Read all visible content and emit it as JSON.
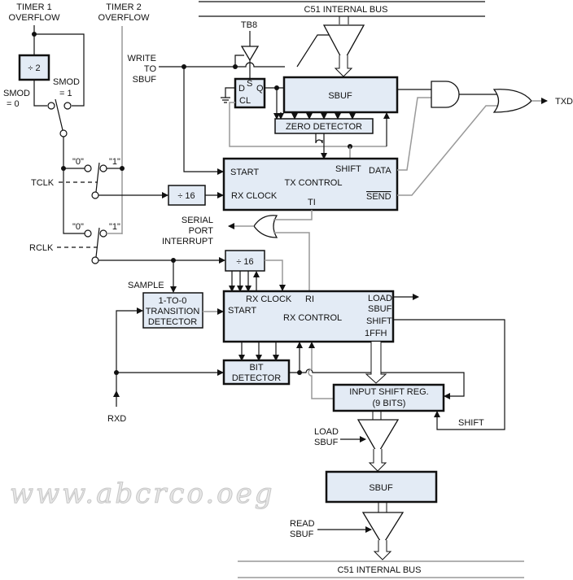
{
  "bus_top": "C51 INTERNAL BUS",
  "bus_bottom": "C51 INTERNAL BUS",
  "timer1": [
    "TIMER 1",
    "OVERFLOW"
  ],
  "timer2": [
    "TIMER 2",
    "OVERFLOW"
  ],
  "div2": "÷ 2",
  "smod0": [
    "SMOD",
    "= 0"
  ],
  "smod1": [
    "SMOD",
    "= 1"
  ],
  "q0_t": "\"0\"",
  "q1_t": "\"1\"",
  "q0_r": "\"0\"",
  "q1_r": "\"1\"",
  "tclk": "TCLK",
  "rclk": "RCLK",
  "write_sbuf": [
    "WRITE",
    "TO",
    "SBUF"
  ],
  "tb8": "TB8",
  "ff": {
    "d": "D",
    "s": "S",
    "q": "Q",
    "cl": "CL"
  },
  "sbuf_tx": "SBUF",
  "zero_detector": "ZERO DETECTOR",
  "txd": "TXD",
  "tx_control": {
    "start": "START",
    "title": "TX CONTROL",
    "rx_clock": "RX CLOCK",
    "shift": "SHIFT",
    "data": "DATA",
    "send": "SEND",
    "ti": "TI"
  },
  "div16_tx": "÷ 16",
  "div16_rx": "÷ 16",
  "serial_interrupt": [
    "SERIAL",
    "PORT",
    "INTERRUPT"
  ],
  "sample": "SAMPLE",
  "transition_detector": [
    "1-TO-0",
    "TRANSITION",
    "DETECTOR"
  ],
  "rx_control": {
    "rx_clock": "RX CLOCK",
    "ri": "RI",
    "start": "START",
    "title": "RX CONTROL",
    "load": "LOAD",
    "sbuf": "SBUF",
    "shift": "SHIFT",
    "ffh": "1FFH"
  },
  "bit_detector": [
    "BIT",
    "DETECTOR"
  ],
  "input_shift_reg": [
    "INPUT SHIFT REG.",
    "(9 BITS)"
  ],
  "shift_label": "SHIFT",
  "rxd": "RXD",
  "load_sbuf": [
    "LOAD",
    "SBUF"
  ],
  "sbuf_rx": "SBUF",
  "read_sbuf": [
    "READ",
    "SBUF"
  ],
  "watermark": "www.abcrco.oeg"
}
